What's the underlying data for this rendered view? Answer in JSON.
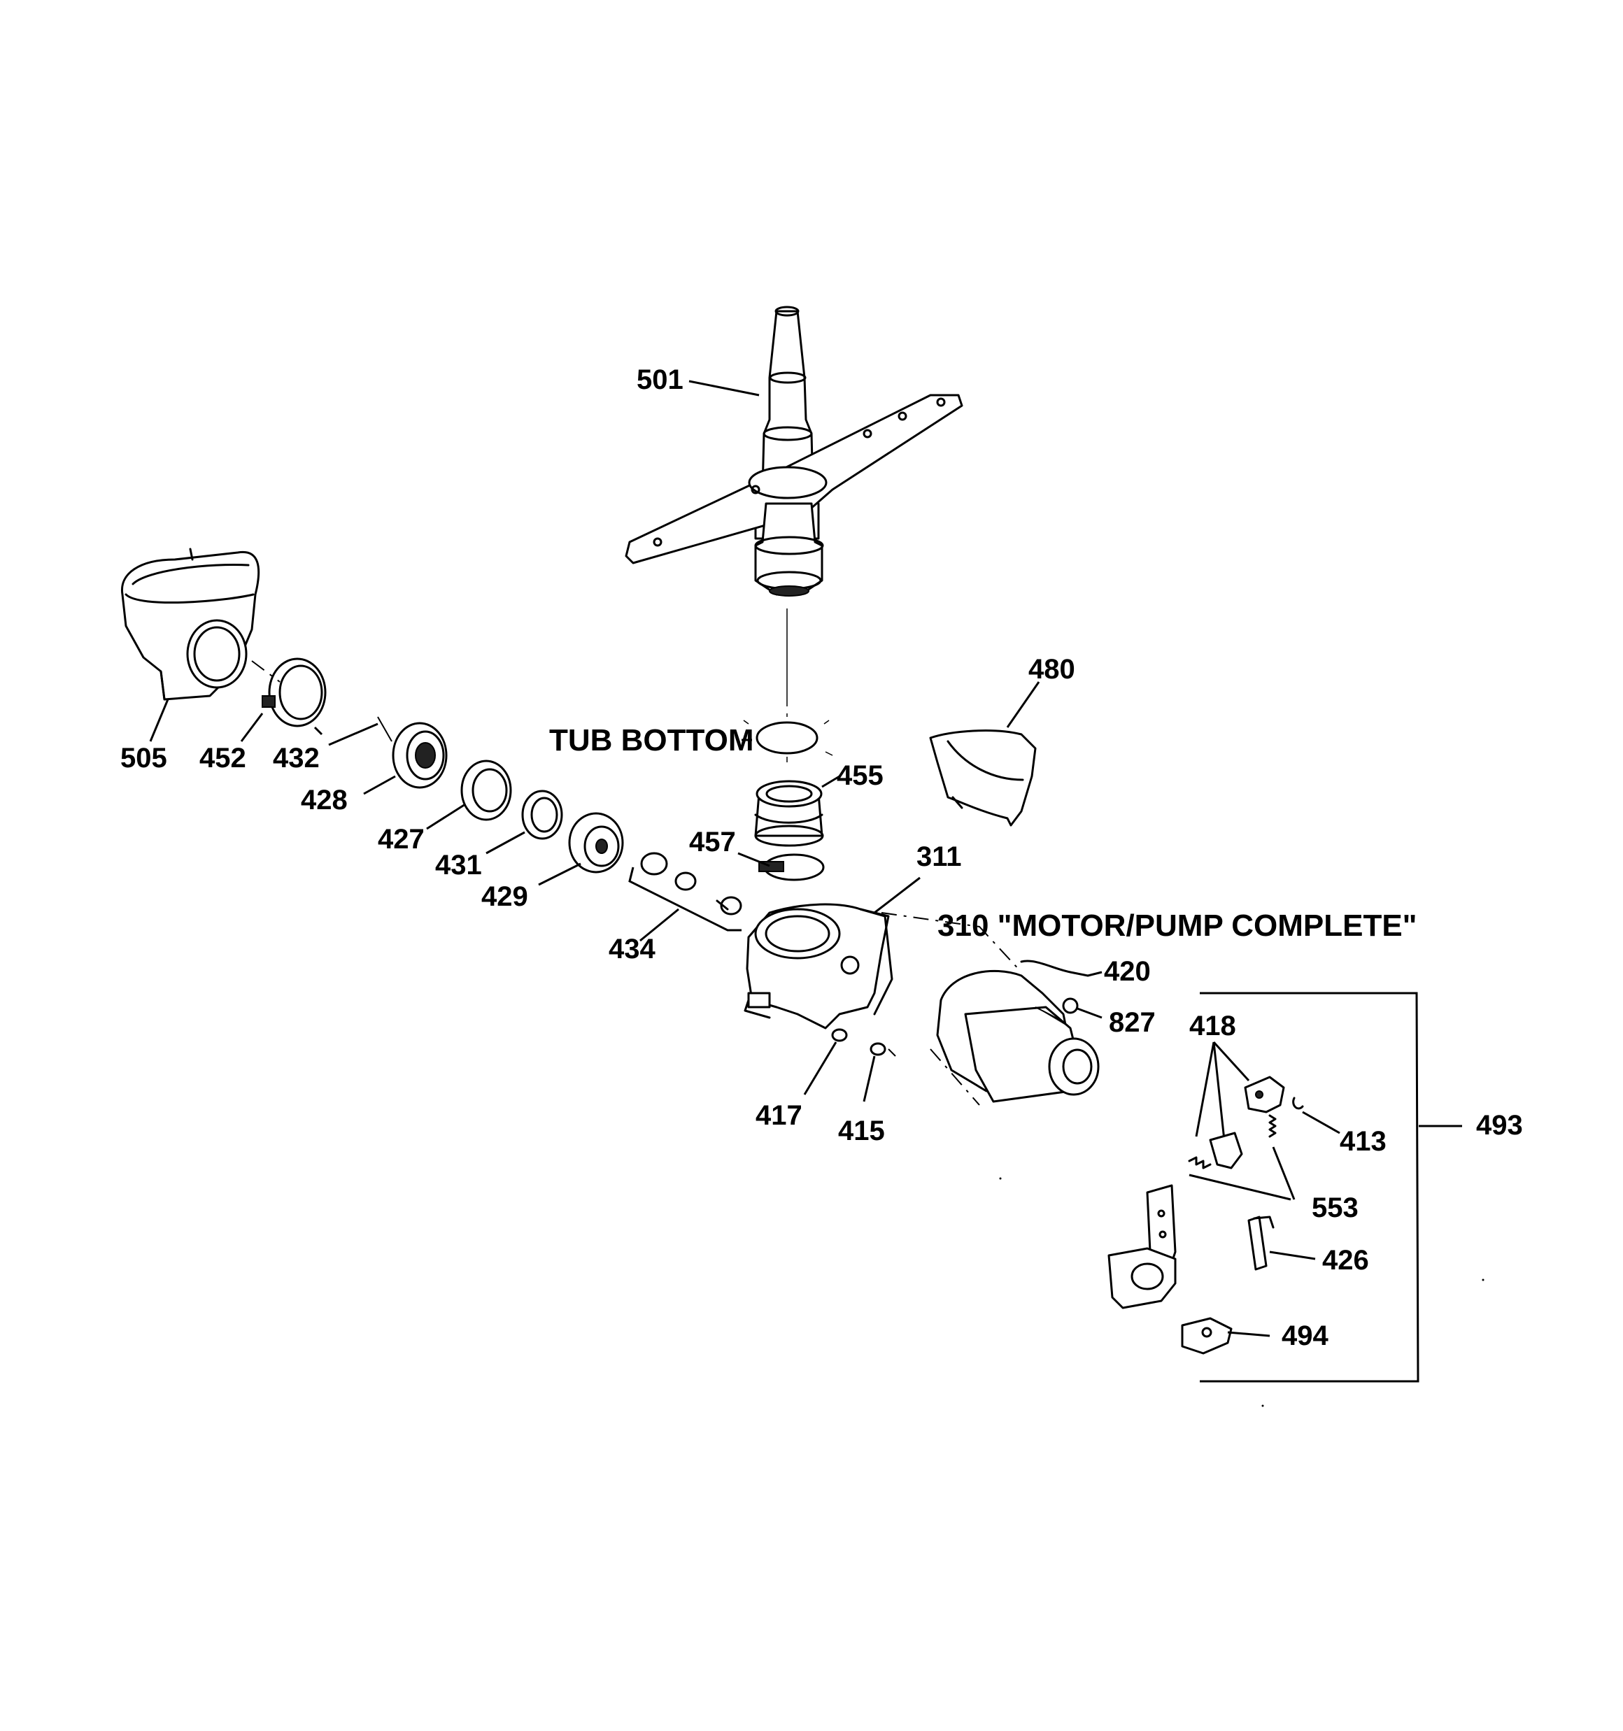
{
  "diagram": {
    "callouts": {
      "501": "501",
      "505": "505",
      "452": "452",
      "432": "432",
      "428": "428",
      "427": "427",
      "431": "431",
      "429": "429",
      "434": "434",
      "480": "480",
      "455": "455",
      "457": "457",
      "311": "311",
      "420": "420",
      "827": "827",
      "417": "417",
      "415": "415",
      "418": "418",
      "413": "413",
      "493": "493",
      "553": "553",
      "426": "426",
      "494": "494"
    },
    "tub_bottom": "TUB BOTTOM",
    "motor_pump_complete": "310 \"MOTOR/PUMP COMPLETE\""
  }
}
